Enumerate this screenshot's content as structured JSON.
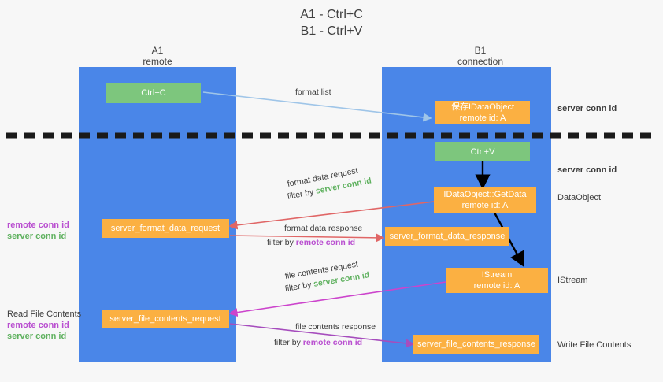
{
  "title": {
    "line1": "A1 - Ctrl+C",
    "line2": "B1 - Ctrl+V"
  },
  "columns": [
    {
      "name": "A1",
      "sub": "remote"
    },
    {
      "name": "B1",
      "sub": "connection"
    }
  ],
  "colors": {
    "lane": "#4a86e8",
    "green_box": "#7dc67d",
    "orange_box": "#fbb042",
    "server_conn": "#5fb15f",
    "remote_conn": "#b94fd0",
    "arrow_blue": "#9fc5e8",
    "arrow_red": "#e06666",
    "arrow_magenta": "#cc44cc",
    "arrow_purple": "#a64dbd",
    "arrow_black": "#000000",
    "background": "#f7f7f7"
  },
  "nodes": {
    "ctrl_c": {
      "label": "Ctrl+C",
      "style": "green"
    },
    "save_idataobject": {
      "line1": "保存IDataObject",
      "line2": "remote id: A",
      "style": "orange"
    },
    "ctrl_v": {
      "label": "Ctrl+V",
      "style": "green"
    },
    "getdata": {
      "line1": "IDataObject::GetData",
      "line2": "remote id: A",
      "style": "orange"
    },
    "istream": {
      "line1": "IStream",
      "line2": "remote id: A",
      "style": "orange"
    },
    "server_format_data_request": {
      "label": "server_format_data_request",
      "style": "orange"
    },
    "server_format_data_response": {
      "label": "server_format_data_response",
      "style": "orange"
    },
    "server_file_contents_request": {
      "label": "server_file_contents_request",
      "style": "orange"
    },
    "server_file_contents_response": {
      "label": "server_file_contents_response",
      "style": "orange"
    }
  },
  "right_notes": [
    {
      "text": "server conn id",
      "kind": "server"
    },
    {
      "text": "server conn id",
      "kind": "server"
    },
    {
      "text": "DataObject",
      "kind": "plain"
    },
    {
      "text": "IStream",
      "kind": "plain"
    },
    {
      "text": "Write File Contents",
      "kind": "plain"
    }
  ],
  "left_notes": {
    "group1": {
      "remote": "remote conn id",
      "server": "server conn id"
    },
    "group2": {
      "heading": "Read File Contents",
      "remote": "remote conn id",
      "server": "server conn id"
    }
  },
  "edges": [
    {
      "id": "format-list",
      "label": "format list",
      "filter_prefix": "",
      "filter_value": "",
      "color": "#9fc5e8"
    },
    {
      "id": "format-data-request",
      "label": "format data request",
      "filter_prefix": "filter by ",
      "filter_value": "server conn id",
      "filter_kind": "server",
      "color": "#e06666"
    },
    {
      "id": "format-data-response",
      "label": "format data response",
      "filter_prefix": "filter by ",
      "filter_value": "remote conn id",
      "filter_kind": "remote",
      "color": "#e06666"
    },
    {
      "id": "file-contents-request",
      "label": "file contents request",
      "filter_prefix": "filter by ",
      "filter_value": "server conn id",
      "filter_kind": "server",
      "color": "#cc44cc"
    },
    {
      "id": "file-contents-response",
      "label": "file contents response",
      "filter_prefix": "filter by ",
      "filter_value": "remote conn id",
      "filter_kind": "remote",
      "color": "#a64dbd"
    }
  ]
}
